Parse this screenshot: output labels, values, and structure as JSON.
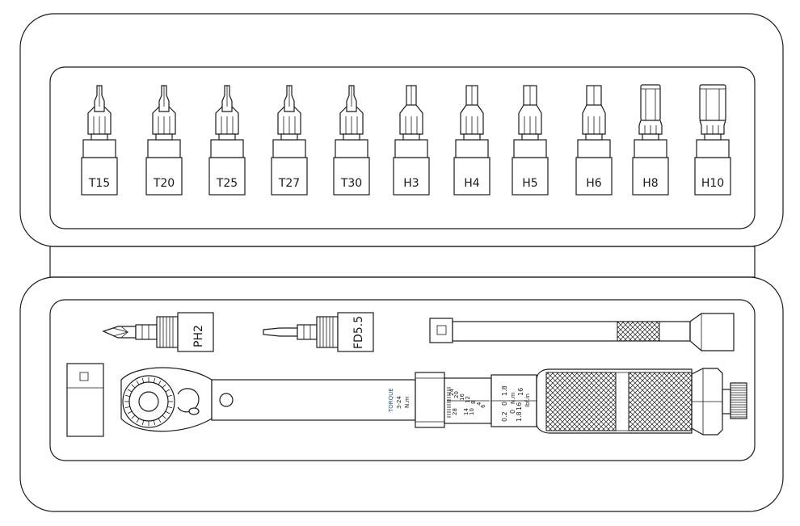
{
  "top_tray": {
    "bits": [
      {
        "label": "T15",
        "type": "torx"
      },
      {
        "label": "T20",
        "type": "torx"
      },
      {
        "label": "T25",
        "type": "torx"
      },
      {
        "label": "T27",
        "type": "torx"
      },
      {
        "label": "T30",
        "type": "torx"
      },
      {
        "label": "H3",
        "type": "hex"
      },
      {
        "label": "H4",
        "type": "hex"
      },
      {
        "label": "H5",
        "type": "hex"
      },
      {
        "label": "H6",
        "type": "hex"
      },
      {
        "label": "H8",
        "type": "hexlarge"
      },
      {
        "label": "H10",
        "type": "hexlarge"
      }
    ]
  },
  "bottom_tray": {
    "phillips_bit_label": "PH2",
    "flat_bit_label": "FD5.5",
    "wrench": {
      "brand_line1": "TORQUE",
      "brand_line2": "3-24",
      "brand_line3": "N.m",
      "scale_left": [
        "24",
        "20",
        "16",
        "12",
        "8",
        "4",
        "6",
        "28",
        "14",
        "10"
      ],
      "scale_right_top": "1.8",
      "scale_right_mid1": "0",
      "scale_right_mid2": "16",
      "scale_right_unit": "N.m",
      "scale_right_unit2": "lbf.in",
      "scale_right_bot1": "0.2",
      "scale_right_bot2": "1.8",
      "scale_right_bot3": "0",
      "scale_right_bot4": "16"
    }
  }
}
